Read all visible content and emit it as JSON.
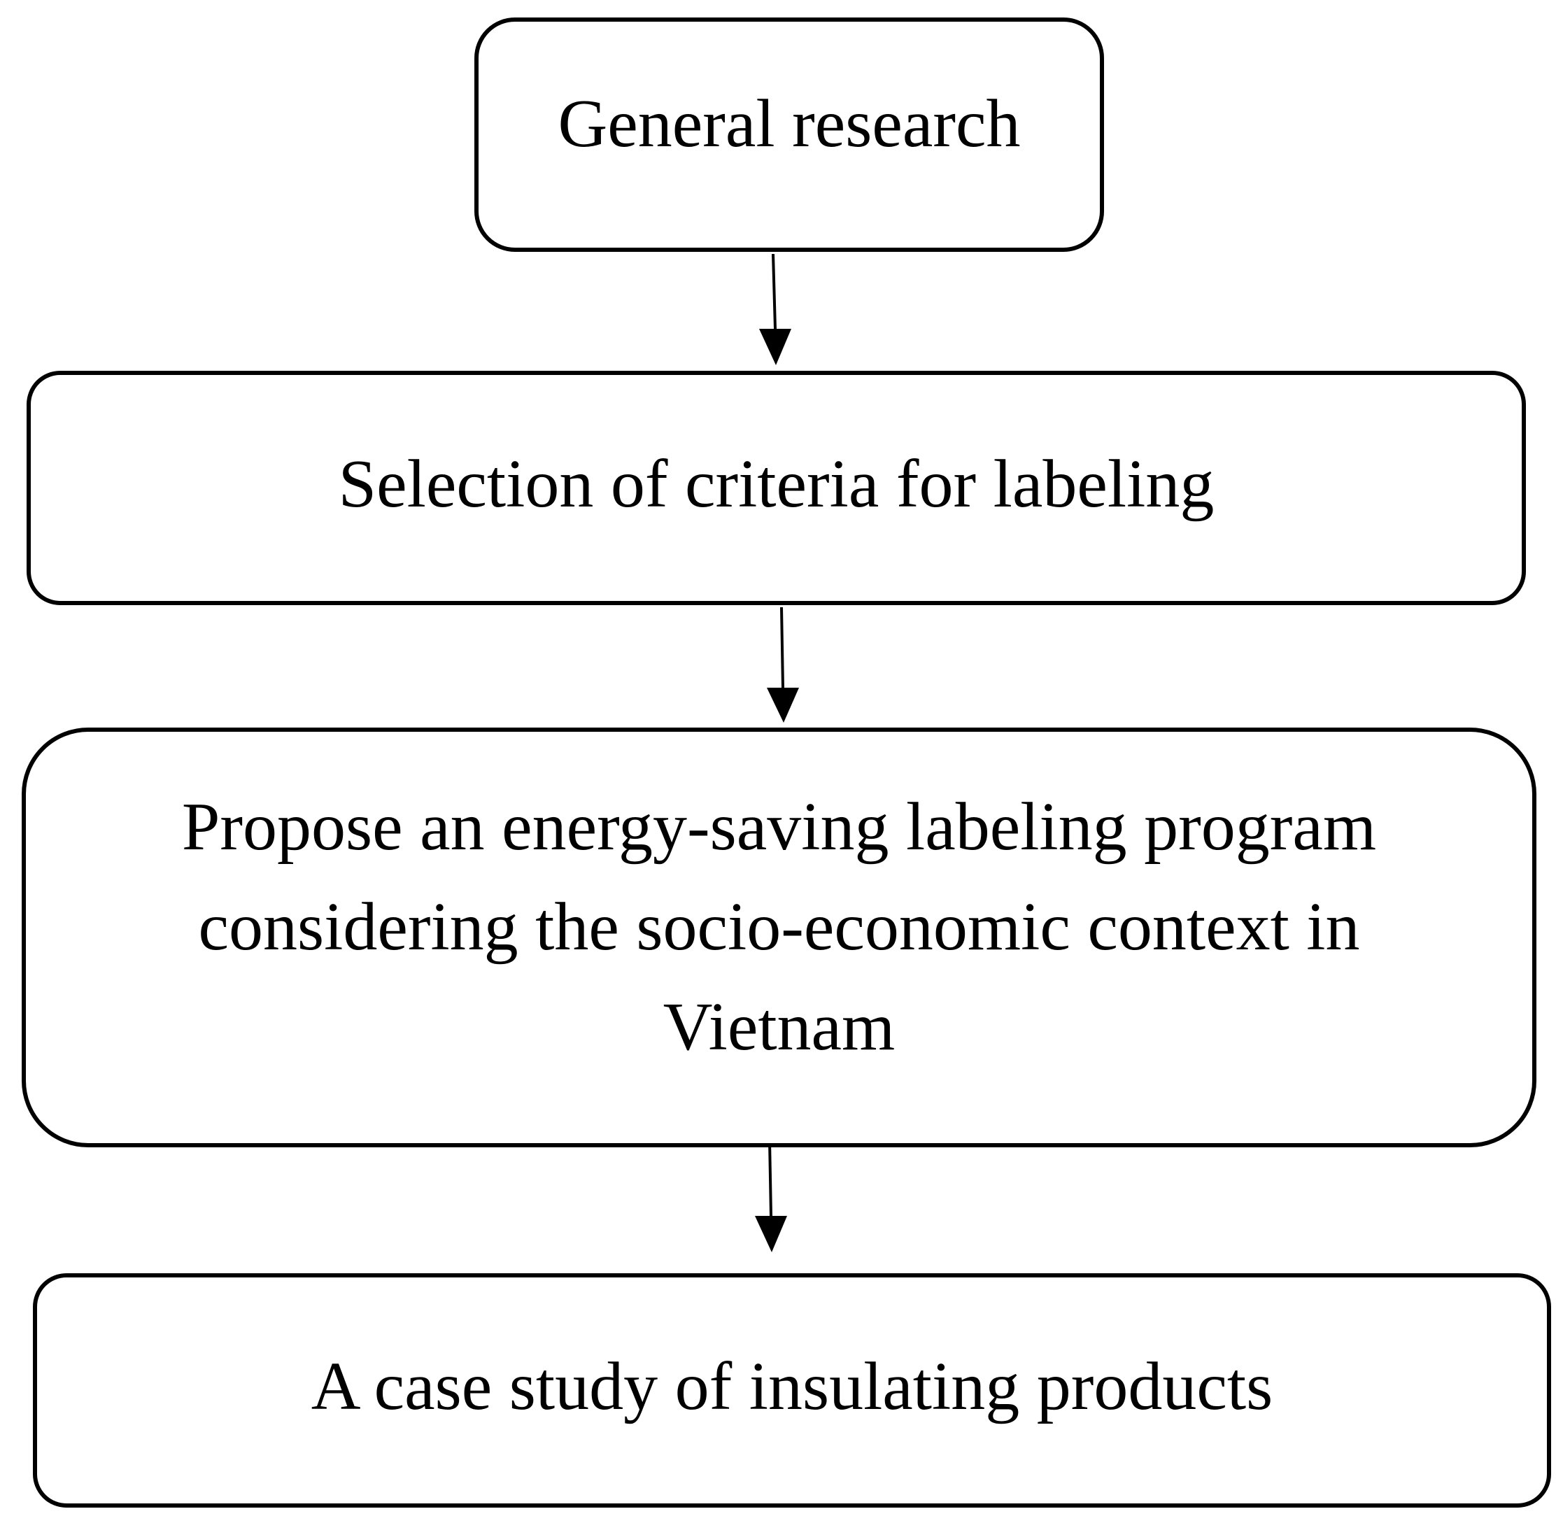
{
  "diagram": {
    "nodes": [
      {
        "id": "general-research",
        "lines": [
          "General research"
        ]
      },
      {
        "id": "selection-of-criteria",
        "lines": [
          "Selection of criteria for labeling"
        ]
      },
      {
        "id": "propose-program",
        "lines": [
          "Propose an energy-saving labeling program",
          "considering the socio-economic context in",
          "Vietnam"
        ]
      },
      {
        "id": "case-study",
        "lines": [
          "A case study of insulating products"
        ]
      }
    ],
    "edges": [
      {
        "from": "general-research",
        "to": "selection-of-criteria"
      },
      {
        "from": "selection-of-criteria",
        "to": "propose-program"
      },
      {
        "from": "propose-program",
        "to": "case-study"
      }
    ],
    "colors": {
      "stroke": "#000000",
      "fill": "#ffffff",
      "text": "#000000"
    }
  }
}
